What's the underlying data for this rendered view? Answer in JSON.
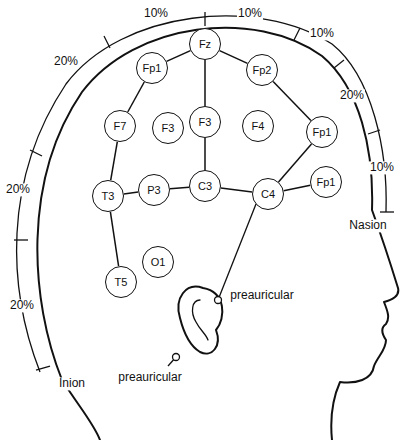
{
  "diagram": {
    "nodes": [
      {
        "text": [
          "Fp1"
        ]
      },
      {
        "text": [
          "Fz"
        ]
      },
      {
        "text": [
          "Fp2"
        ]
      },
      {
        "text": [
          "F7"
        ]
      },
      {
        "text": [
          "F3"
        ]
      },
      {
        "text": [
          "F3"
        ]
      },
      {
        "text": [
          "F4"
        ]
      },
      {
        "text": [
          "Fp1"
        ]
      },
      {
        "text": [
          "T3"
        ]
      },
      {
        "text": [
          "P3"
        ]
      },
      {
        "text": [
          "C3"
        ]
      },
      {
        "text": [
          "C4"
        ]
      },
      {
        "text": [
          "Fp1"
        ]
      },
      {
        "text": [
          "O1"
        ]
      },
      {
        "text": [
          "T5"
        ]
      }
    ],
    "edges": [
      {
        "from": 14,
        "to": 8,
        "arrow": "none"
      },
      {
        "from": 8,
        "to": 3,
        "arrow": "none"
      },
      {
        "from": 3,
        "to": 0,
        "arrow": "none"
      },
      {
        "from": 0,
        "to": 1,
        "arrow": "none"
      },
      {
        "from": 1,
        "to": 2,
        "arrow": "none"
      },
      {
        "from": 2,
        "to": 7,
        "arrow": "none"
      },
      {
        "from": 1,
        "to": 5,
        "arrow": "none"
      },
      {
        "from": 5,
        "to": 10,
        "arrow": "none"
      },
      {
        "from": 8,
        "to": 9,
        "arrow": "none"
      },
      {
        "from": 9,
        "to": 10,
        "arrow": "none"
      },
      {
        "from": 10,
        "to": 11,
        "arrow": "none"
      },
      {
        "from": 11,
        "to": 7,
        "arrow": "none"
      },
      {
        "from": 11,
        "to": 12,
        "arrow": "none"
      }
    ],
    "labels": [
      "10%",
      "10%",
      "20%",
      "10%",
      "20%",
      "20%",
      "10%",
      "20%",
      "Nasion",
      "Inion",
      "preauricular",
      "preauricular"
    ]
  }
}
